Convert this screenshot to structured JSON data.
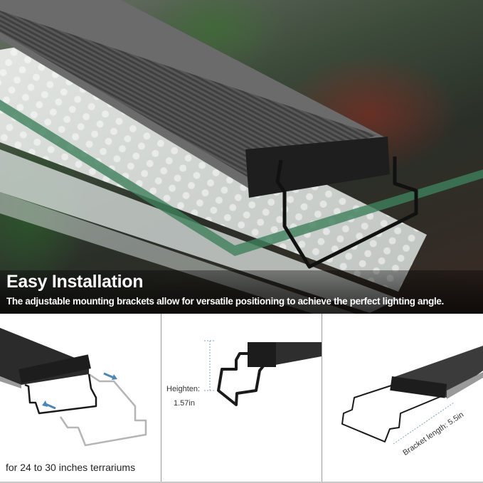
{
  "hero": {
    "title": "Easy Installation",
    "subtitle": "The adjustable mounting brackets allow for versatile positioning to achieve the perfect lighting angle.",
    "image": "aquarium-led-light-on-glass-tank"
  },
  "panels": [
    {
      "id": "retractable-bracket",
      "caption": "for 24 to 30 inches terrariums",
      "arrow_color": "#4a86b8"
    },
    {
      "id": "height-detail",
      "label_line1": "Heighten:",
      "label_line2": "1.57in"
    },
    {
      "id": "length-detail",
      "label": "Bracket length: 5.5in"
    }
  ],
  "colors": {
    "fixture_dark": "#2b2b2b",
    "bracket_black": "#1a1a1a",
    "bracket_ghost": "#b5b5b5",
    "dimension_line": "#7fa3b8",
    "divider": "#9a9a9a"
  }
}
